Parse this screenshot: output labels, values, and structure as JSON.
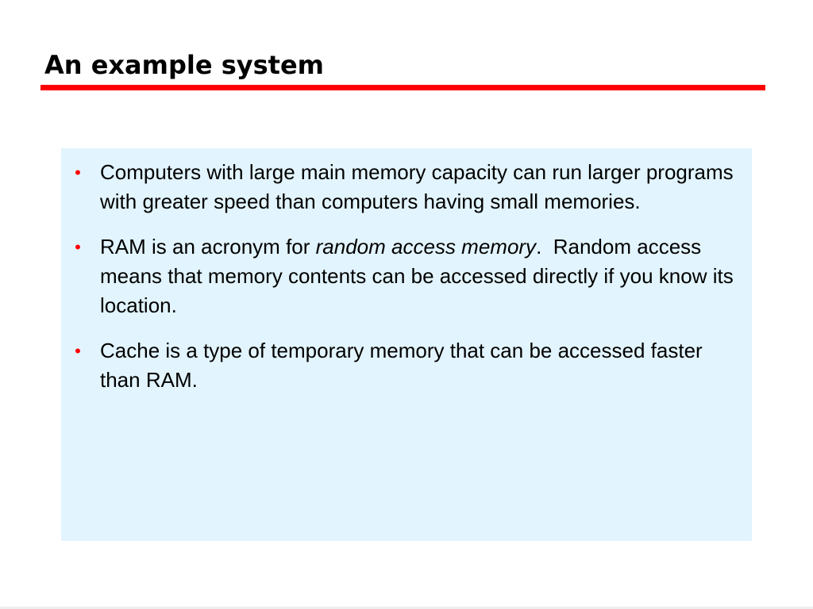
{
  "slide": {
    "title": "An example system",
    "bullet_symbol": "•",
    "bullets": [
      {
        "text": "Computers with large main memory capacity can run larger programs with greater speed than computers having small memories."
      },
      {
        "text_before": "RAM is an acronym for ",
        "text_emphasis": "random access memory",
        "text_after": ".  Random access means that memory contents can be accessed directly if you know its location."
      },
      {
        "text": "Cache is a type of temporary memory that can be accessed faster than RAM."
      }
    ]
  },
  "colors": {
    "accent_red": "#ff0000",
    "content_background": "#e2f4fd",
    "text": "#000000"
  }
}
